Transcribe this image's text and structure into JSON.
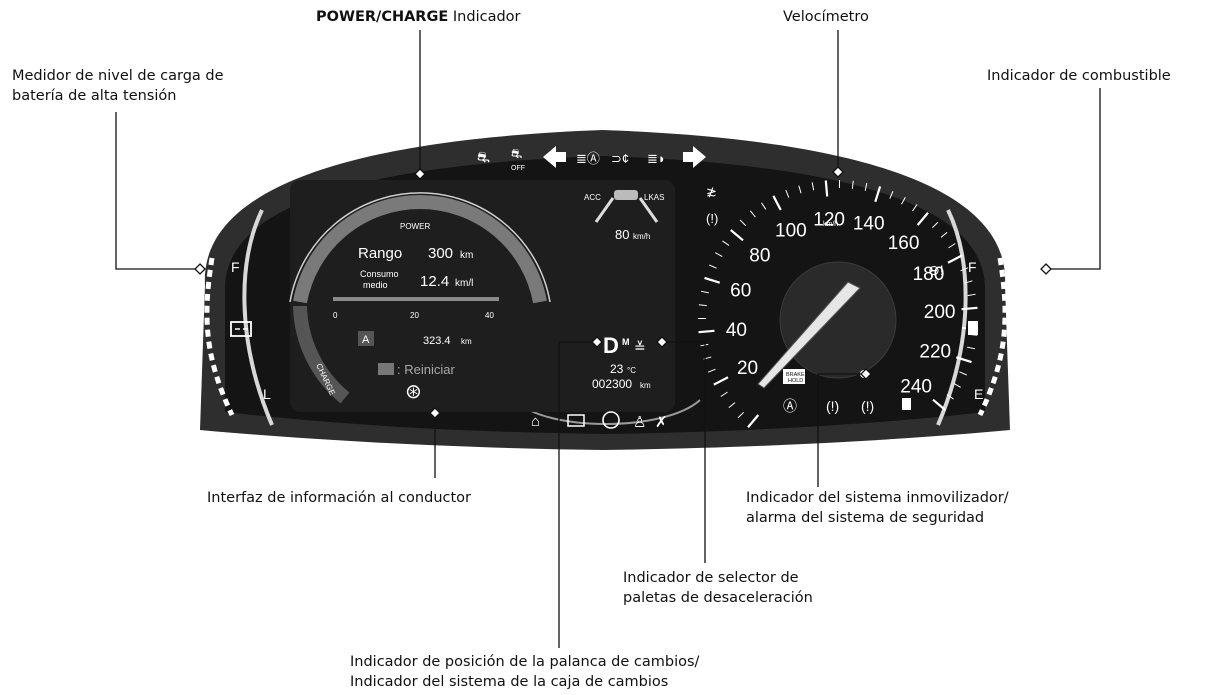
{
  "callouts": {
    "power_charge_bold": "POWER/CHARGE",
    "power_charge_rest": "Indicador",
    "speedometer": "Velocímetro",
    "battery_line1": "Medidor de nivel de carga de",
    "battery_line2": "batería de alta tensión",
    "fuel": "Indicador de combustible",
    "dii": "Interfaz de información al conductor",
    "immobilizer_line1": "Indicador del sistema inmovilizador/",
    "immobilizer_line2": "alarma del sistema de seguridad",
    "paddle_line1": "Indicador de selector de",
    "paddle_line2": "paletas de desaceleración",
    "shift_line1": "Indicador de posición de la palanca de cambios/",
    "shift_line2": "Indicador del sistema de la caja de cambios"
  },
  "cluster": {
    "battery_gauge": {
      "full": "F",
      "low": "L"
    },
    "fuel_gauge": {
      "full": "F",
      "empty": "E"
    },
    "power_label": "POWER",
    "charge_label": "CHARGE",
    "range_label": "Rango",
    "range_value": "300",
    "range_unit": "km",
    "consumption_label_1": "Consumo",
    "consumption_label_2": "medio",
    "consumption_value": "12.4",
    "consumption_unit": "km/l",
    "scale_ticks": [
      "0",
      "20",
      "40"
    ],
    "trip_letter": "A",
    "trip_value": "323.4",
    "trip_unit": "km",
    "reset_text": ": Reiniciar",
    "acc_label": "ACC",
    "lkas_label": "LKAS",
    "set_speed": "80",
    "set_speed_unit": "km/h",
    "gear": "D",
    "gear_mode": "M",
    "temperature": "23",
    "temperature_unit": "°C",
    "odometer": "002300",
    "odometer_unit": "km",
    "speed_unit": "km/h",
    "brake_hold_1": "BRAKE",
    "brake_hold_2": "HOLD",
    "off_label": "OFF",
    "speed_labels": [
      "20",
      "40",
      "60",
      "80",
      "100",
      "120",
      "140",
      "160",
      "180",
      "200",
      "220",
      "240"
    ]
  },
  "colors": {
    "bezel": "#2e2e2e",
    "face": "#141414",
    "screen": "#1e1e1e",
    "ink": "#ffffff",
    "callout_line": "#111111"
  }
}
